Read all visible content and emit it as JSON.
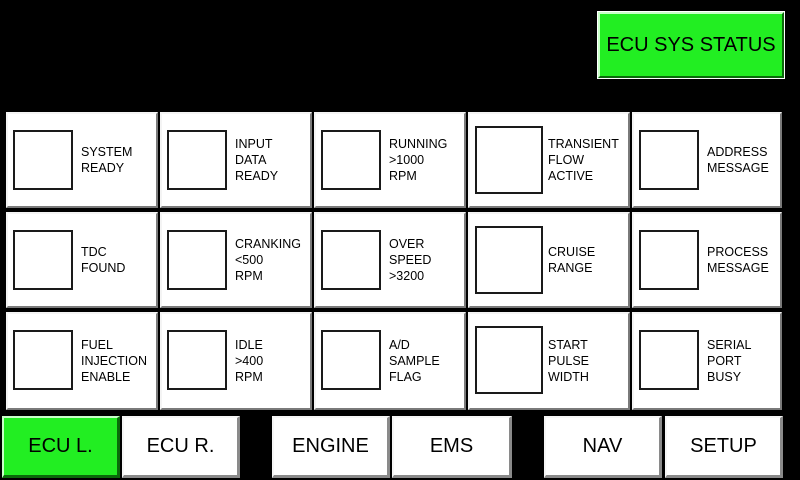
{
  "header": {
    "status_button": "ECU SYS STATUS"
  },
  "indicators": [
    [
      "SYSTEM\nREADY",
      "INPUT\nDATA\nREADY",
      "RUNNING\n>1000\nRPM",
      "TRANSIENT\nFLOW\nACTIVE",
      "ADDRESS\nMESSAGE"
    ],
    [
      "TDC\nFOUND",
      "CRANKING\n<500\nRPM",
      "OVER\nSPEED\n>3200",
      "CRUISE\nRANGE",
      "PROCESS\nMESSAGE"
    ],
    [
      "FUEL\nINJECTION\nENABLE",
      "IDLE\n>400\nRPM",
      "A/D\nSAMPLE\nFLAG",
      "START\nPULSE\nWIDTH",
      "SERIAL\nPORT\nBUSY"
    ]
  ],
  "nav": {
    "ecu_l": "ECU L.",
    "ecu_r": "ECU R.",
    "engine": "ENGINE",
    "ems": "EMS",
    "nav": "NAV",
    "setup": "SETUP"
  },
  "colors": {
    "active": "#22ee22",
    "background": "#000000",
    "panel": "#ffffff"
  }
}
